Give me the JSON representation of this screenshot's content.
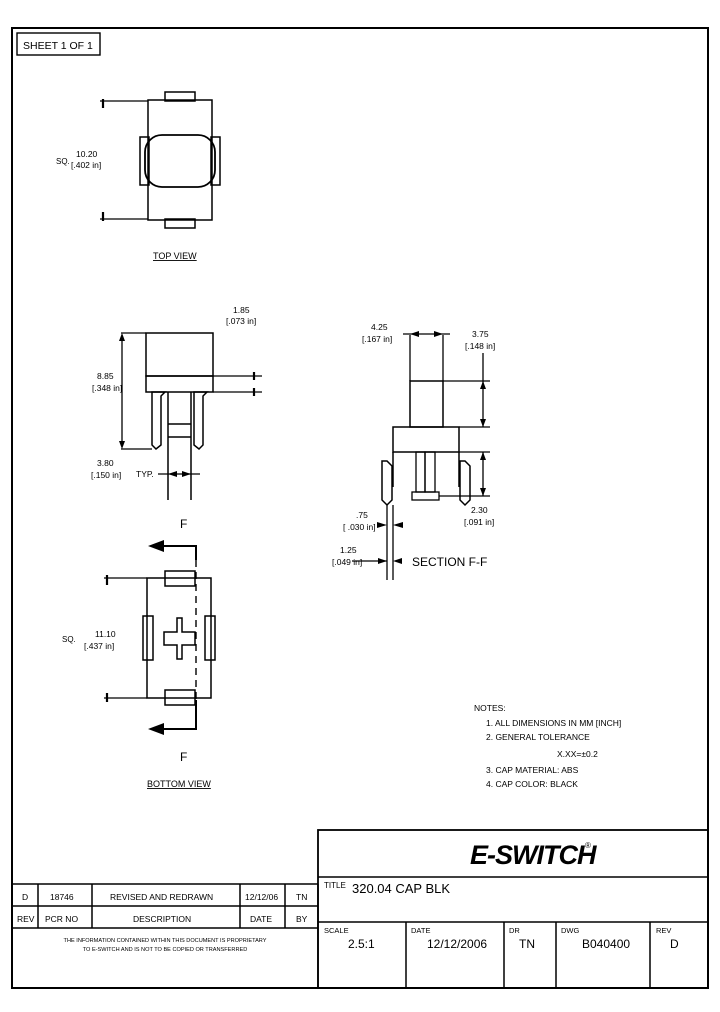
{
  "sheet": {
    "label": "SHEET 1 OF 1"
  },
  "views": {
    "top": {
      "label": "TOP VIEW",
      "dim_prefix": "SQ.",
      "dim_mm": "10.20",
      "dim_in": "[.402 in]"
    },
    "side": {
      "height_mm": "8.85",
      "height_in": "[.348 in]",
      "thick_mm": "1.85",
      "thick_in": "[.073 in]",
      "pitch_mm": "3.80",
      "pitch_in": "[.150 in]",
      "pitch_note": "TYP."
    },
    "bottom": {
      "label": "BOTTOM VIEW",
      "dim_prefix": "SQ.",
      "dim_mm": "11.10",
      "dim_in": "[.437 in]",
      "arrow_label_top": "F",
      "arrow_label_bottom": "F"
    },
    "section": {
      "label": "SECTION  F-F",
      "w_top_mm": "4.25",
      "w_top_in": "[.167 in]",
      "h_top_mm": "3.75",
      "h_top_in": "[.148 in]",
      "h_bot_mm": "2.30",
      "h_bot_in": "[.091 in]",
      "small_mm": ".75",
      "small_in": "[ .030 in]",
      "gap_mm": "1.25",
      "gap_in": "[.049 in]"
    }
  },
  "notes": {
    "heading": "NOTES:",
    "items": [
      "1. ALL DIMENSIONS IN MM [INCH]",
      "2. GENERAL TOLERANCE",
      "X.XX=±0.2",
      "3. CAP MATERIAL: ABS",
      "4. CAP COLOR: BLACK"
    ]
  },
  "revision_table": {
    "row": {
      "rev": "D",
      "pcr_no": "18746",
      "description": "REVISED AND REDRAWN",
      "date": "12/12/06",
      "by": "TN"
    },
    "headers": {
      "rev": "REV",
      "pcr_no": "PCR NO",
      "description": "DESCRIPTION",
      "date": "DATE",
      "by": "BY"
    },
    "proprietary_line1": "THE INFORMATION CONTAINED WITHIN THIS DOCUMENT IS PROPRIETARY",
    "proprietary_line2": "TO E-SWITCH AND IS NOT TO BE COPIED OR TRANSFERRED"
  },
  "title_block": {
    "logo_text": "E-SWITCH",
    "logo_mark": "®",
    "title_label": "TITLE",
    "title_value": "320.04 CAP BLK",
    "fields": [
      {
        "label": "SCALE",
        "value": "2.5:1"
      },
      {
        "label": "DATE",
        "value": "12/12/2006"
      },
      {
        "label": "DR",
        "value": "TN"
      },
      {
        "label": "DWG",
        "value": "B040400"
      },
      {
        "label": "REV",
        "value": "D"
      }
    ]
  },
  "colors": {
    "ink": "#000000",
    "paper": "#ffffff"
  }
}
